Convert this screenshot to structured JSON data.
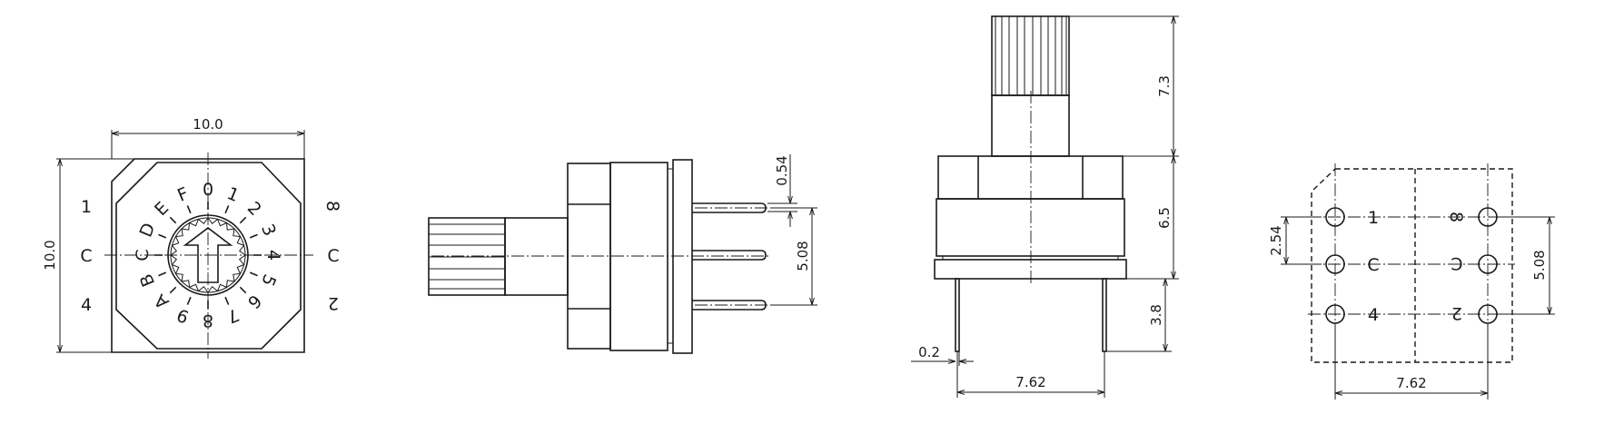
{
  "top_view": {
    "dim_width": "10.0",
    "dim_height": "10.0",
    "left_labels": [
      "1",
      "C",
      "4"
    ],
    "right_labels": [
      "8",
      "C",
      "2"
    ],
    "dial_labels": [
      "0",
      "1",
      "2",
      "3",
      "4",
      "5",
      "6",
      "7",
      "8",
      "9",
      "A",
      "B",
      "C",
      "D",
      "E",
      "F"
    ]
  },
  "side_view": {
    "dim_pin_width": "0.54",
    "dim_pin_pitch": "5.08"
  },
  "front_view": {
    "dim_shaft": "7.3",
    "dim_body": "6.5",
    "dim_pin_length": "3.8",
    "dim_pin_thickness": "0.2",
    "dim_pin_span": "7.62"
  },
  "footprint": {
    "left_labels": [
      "1",
      "C",
      "4"
    ],
    "right_labels": [
      "8",
      "C",
      "2"
    ],
    "dim_pitch": "2.54",
    "dim_height": "5.08",
    "dim_span": "7.62"
  }
}
